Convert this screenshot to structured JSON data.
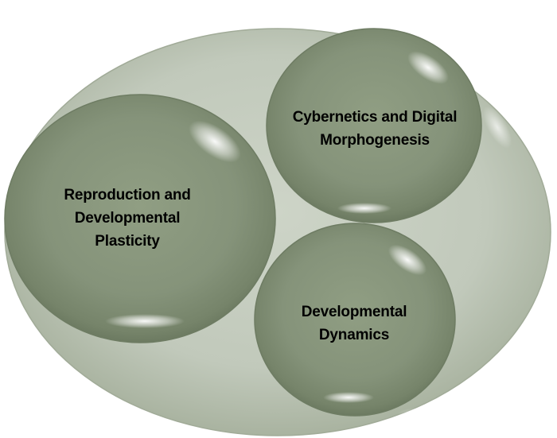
{
  "diagram": {
    "outer_region": {
      "name": "outer-ellipse"
    },
    "circles": [
      {
        "id": "left",
        "label": "Reproduction and\nDevelopmental\nPlasticity"
      },
      {
        "id": "top-right",
        "label": "Cybernetics and Digital\nMorphogenesis"
      },
      {
        "id": "bottom-right",
        "label": "Developmental\nDynamics"
      }
    ],
    "colors": {
      "outer_fill": "#c3cbbd",
      "outer_edge": "#a4ae9b",
      "circle_fill": "#869479",
      "circle_edge": "#6f7e63",
      "highlight": "#ffffff",
      "text": "#000000"
    }
  }
}
